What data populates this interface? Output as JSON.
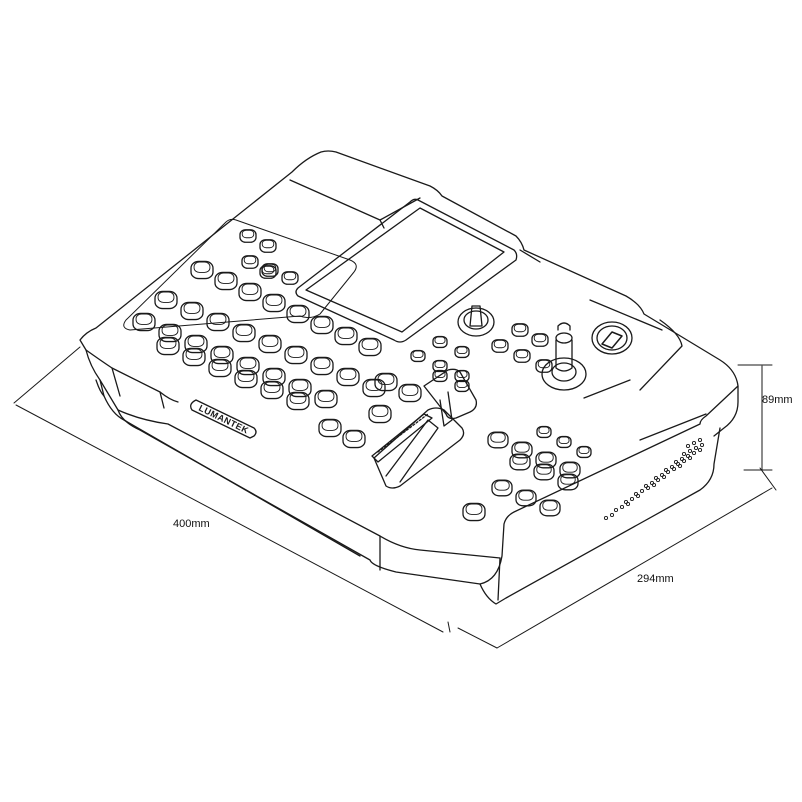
{
  "dimensions": {
    "width": "400mm",
    "depth": "294mm",
    "height": "89mm"
  },
  "brand": "LUMANTEK",
  "icons": {
    "logo": "pz-logo-icon",
    "joystick": "joystick-icon",
    "knob": "rotary-knob-icon",
    "tbar": "t-bar-icon"
  },
  "colors": {
    "line": "#1a1a1a",
    "background": "#ffffff"
  }
}
